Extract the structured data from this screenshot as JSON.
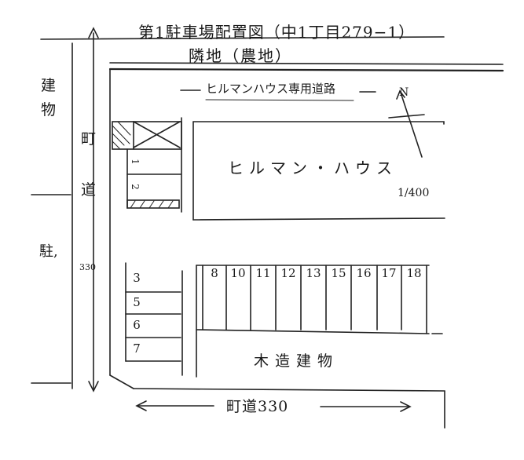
{
  "title": "第1駐車場配置図（中1丁目279−1）",
  "neighbor_label": "隣地（農地）",
  "private_road_label": "ヒルマンハウス専用道路",
  "north_label": "N",
  "building_label": "ヒルマン・ハウス",
  "scale": "1/400",
  "wooden_building_label": "木造建物",
  "road_left_chars": [
    "町",
    "道"
  ],
  "road_left_number": "330",
  "road_bottom_label": "町道330",
  "left_building_chars": [
    "建",
    "物"
  ],
  "left_parking_label": "駐,",
  "upper_left_slots": [
    "1",
    "2"
  ],
  "slots_top_row": [
    "8",
    "10",
    "11",
    "12",
    "13",
    "15",
    "16",
    "17",
    "18"
  ],
  "slots_left_column": [
    "3",
    "5",
    "6",
    "7"
  ]
}
